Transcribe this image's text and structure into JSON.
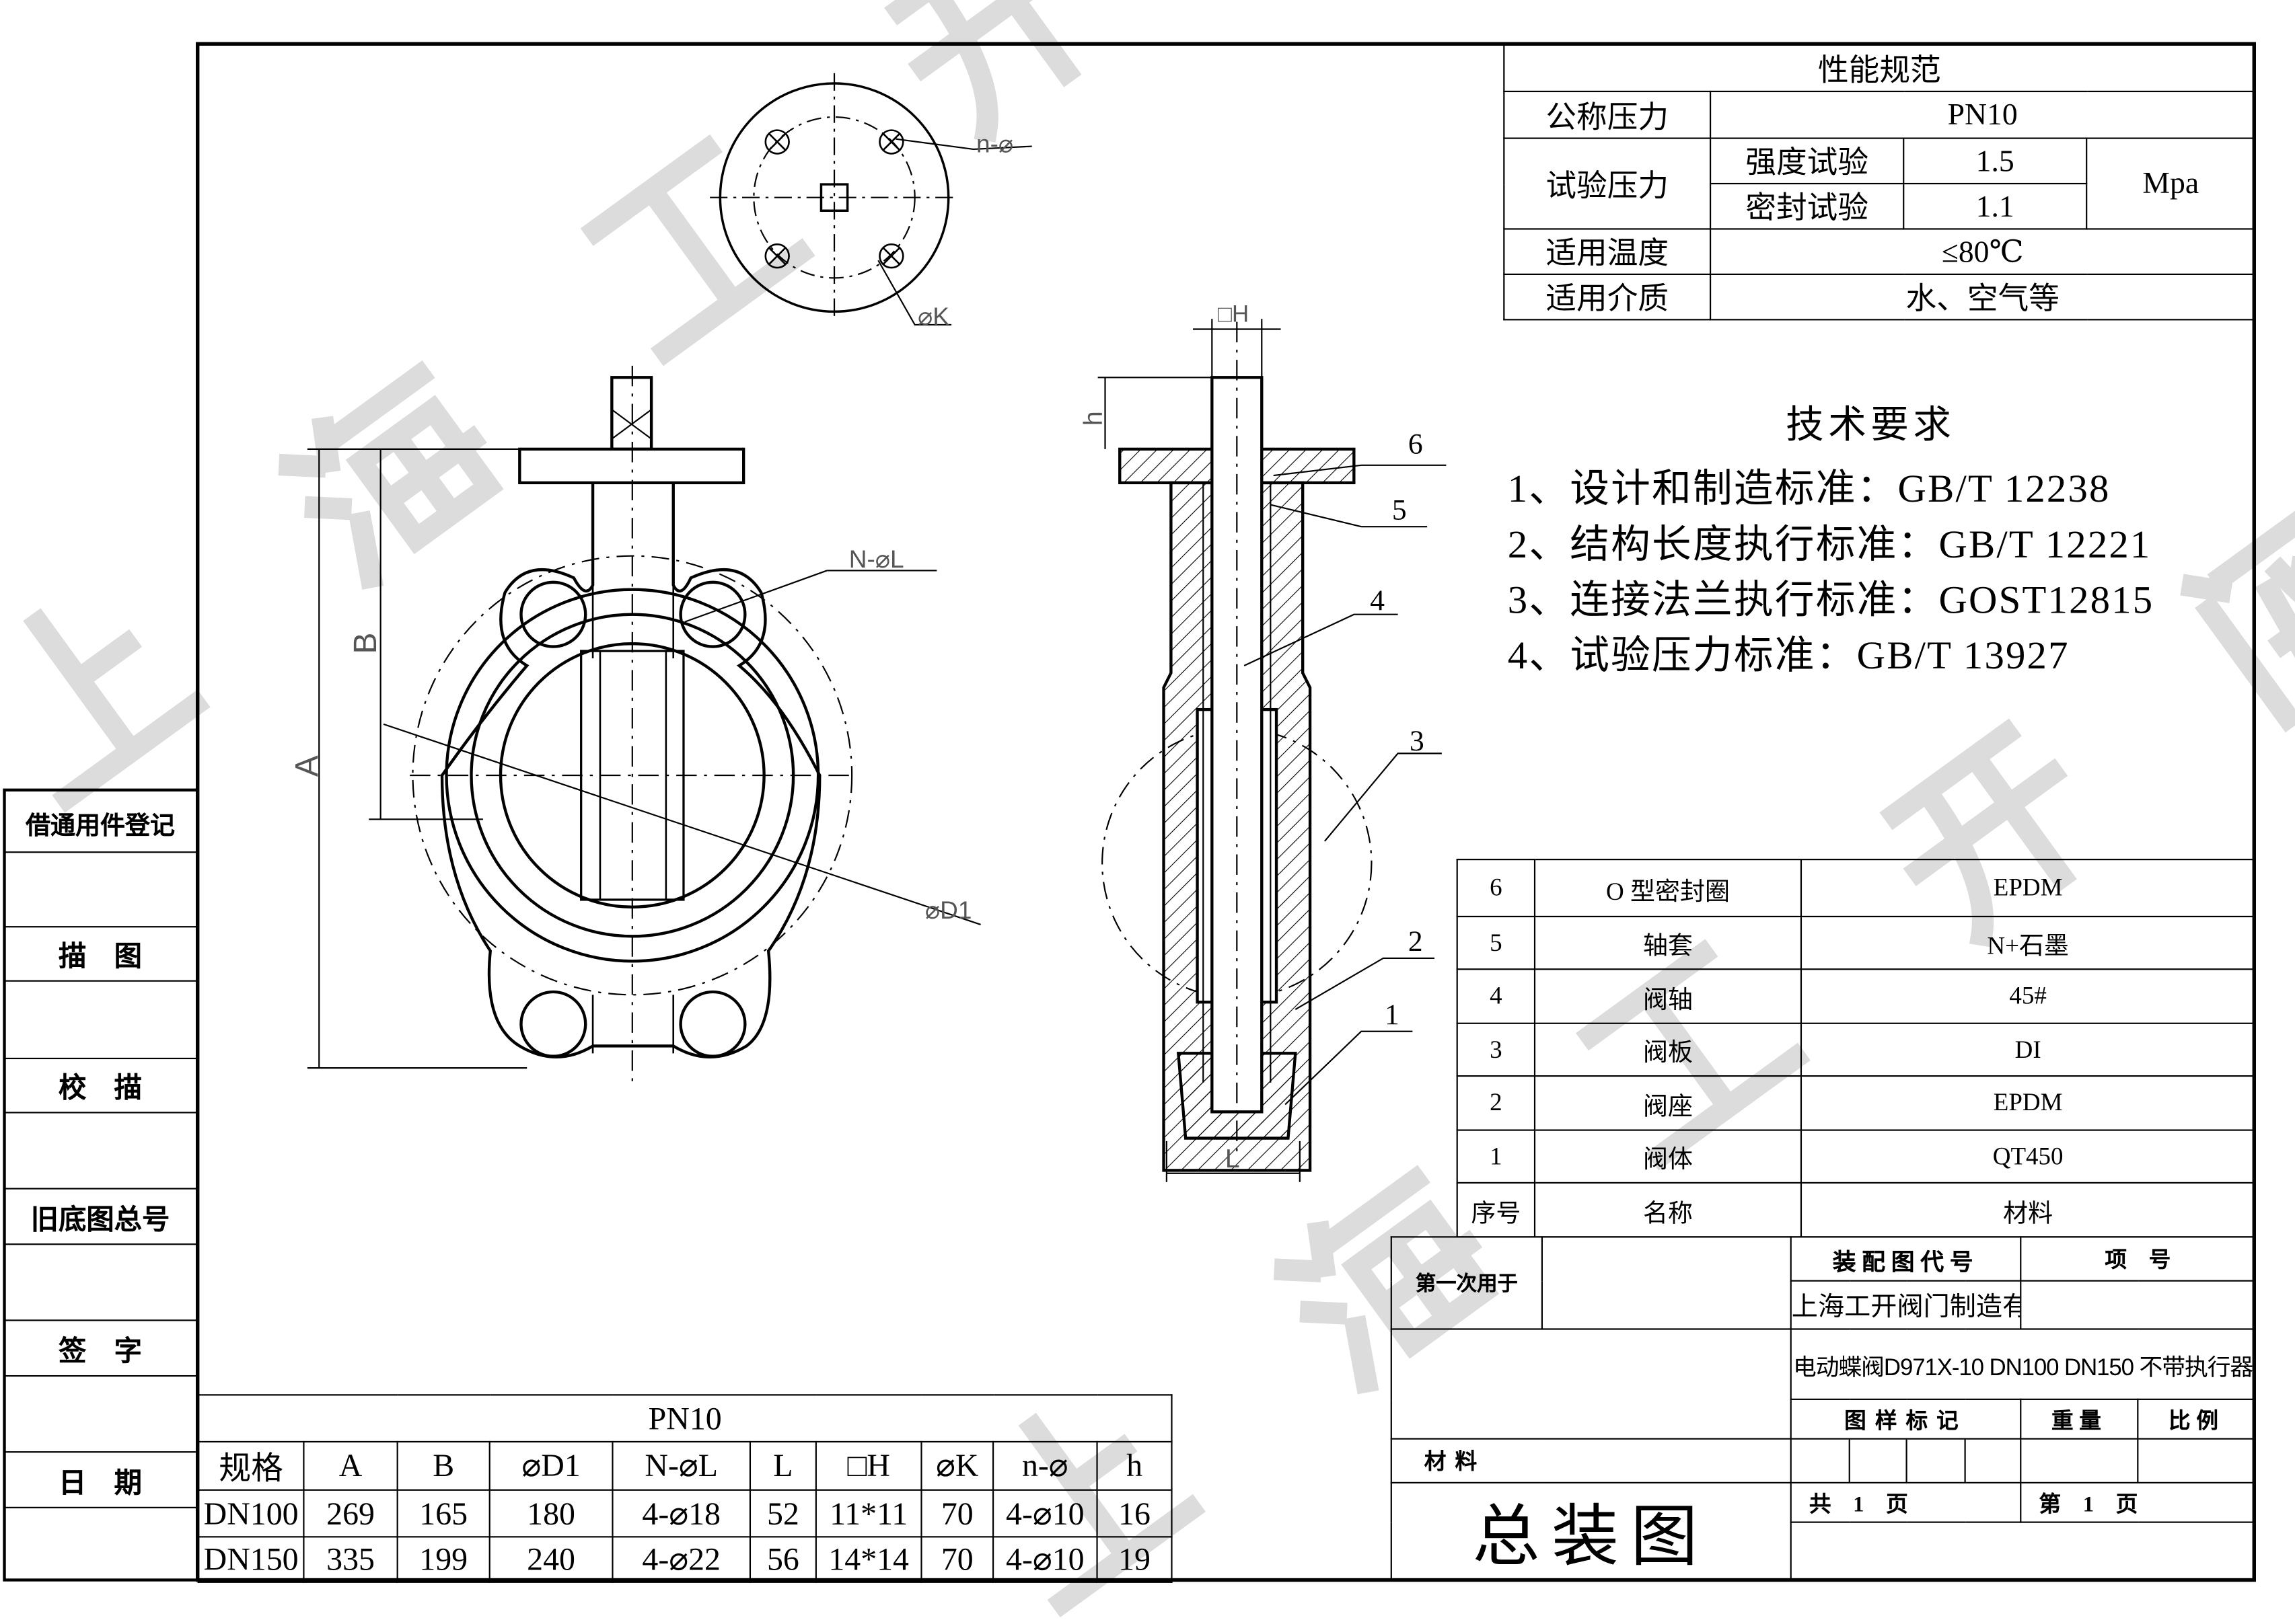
{
  "watermark": {
    "text": "上海工开阀门"
  },
  "spec_table": {
    "title": "性能规范",
    "rows": [
      {
        "label": "公称压力",
        "value": "PN10"
      },
      {
        "label": "试验压力",
        "sub": [
          {
            "label": "强度试验",
            "value": "1.5"
          },
          {
            "label": "密封试验",
            "value": "1.1"
          }
        ],
        "unit": "Mpa"
      },
      {
        "label": "适用温度",
        "value": "≤80℃"
      },
      {
        "label": "适用介质",
        "value": "水、空气等"
      }
    ]
  },
  "tech_requirements": {
    "title": "技术要求",
    "items": [
      "1、设计和制造标准：GB/T 12238",
      "2、结构长度执行标准：GB/T 12221",
      "3、连接法兰执行标准：GOST12815",
      "4、试验压力标准：GB/T 13927"
    ]
  },
  "parts_list": {
    "rows": [
      {
        "no": "6",
        "name": "O 型密封圈",
        "material": "EPDM"
      },
      {
        "no": "5",
        "name": "轴套",
        "material": "N+石墨"
      },
      {
        "no": "4",
        "name": "阀轴",
        "material": "45#"
      },
      {
        "no": "3",
        "name": "阀板",
        "material": "DI"
      },
      {
        "no": "2",
        "name": "阀座",
        "material": "EPDM"
      },
      {
        "no": "1",
        "name": "阀体",
        "material": "QT450"
      }
    ],
    "header": {
      "no": "序号",
      "name": "名称",
      "material": "材料"
    }
  },
  "title_block": {
    "first_used": "第一次用于",
    "assembly_code": "装配图代号",
    "item_no": "项　号",
    "company": "上海工开阀门制造有限公司",
    "product": "电动蝶阀D971X-10 DN100  DN150  不带执行器",
    "drawing_mark": "图样标记",
    "weight": "重量",
    "scale": "比例",
    "material": "材料",
    "drawing_title": "总装图",
    "total_pages": "共　1　页",
    "page_no": "第　1　页"
  },
  "left_strip": [
    "借通用件登记",
    "描　图",
    "校　描",
    "旧底图总号",
    "签　字",
    "日　期"
  ],
  "dims_table": {
    "title": "PN10",
    "headers": [
      "规格",
      "A",
      "B",
      "⌀D1",
      "N-⌀L",
      "L",
      "□H",
      "⌀K",
      "n-⌀",
      "h"
    ],
    "rows": [
      [
        "DN100",
        "269",
        "165",
        "180",
        "4-⌀18",
        "52",
        "11*11",
        "70",
        "4-⌀10",
        "16"
      ],
      [
        "DN150",
        "335",
        "199",
        "240",
        "4-⌀22",
        "56",
        "14*14",
        "70",
        "4-⌀10",
        "19"
      ]
    ]
  },
  "drawing": {
    "labels": {
      "n_phi": "n-⌀",
      "phi_k": "⌀K",
      "sq_h": "□H",
      "h": "h",
      "n_phi_l": "N-⌀L",
      "B": "B",
      "A": "A",
      "phi_d1": "⌀D1",
      "L": "L"
    },
    "part_callouts": [
      "6",
      "5",
      "4",
      "3",
      "2",
      "1"
    ]
  }
}
